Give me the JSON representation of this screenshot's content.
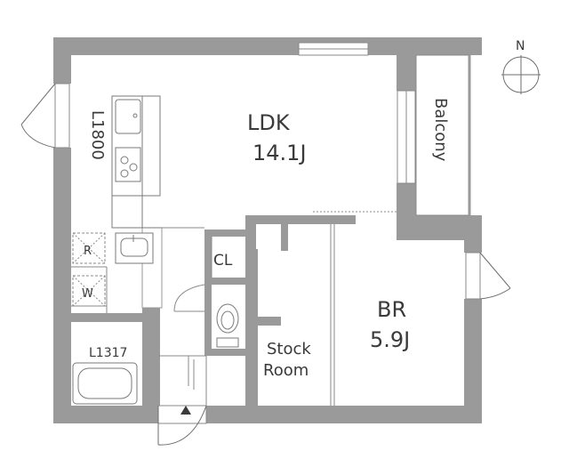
{
  "rooms": {
    "ldk_name": "LDK",
    "ldk_size": "14.1J",
    "br_name": "BR",
    "br_size": "5.9J",
    "balcony": "Balcony",
    "closet": "CL",
    "stock_line1": "Stock",
    "stock_line2": "Room"
  },
  "fixtures": {
    "kitchen_length": "L1800",
    "bath_length": "L1317",
    "fridge_mark": "R",
    "washer_mark": "W"
  },
  "compass": {
    "north": "N"
  },
  "colors": {
    "wall": "#9a9a9a",
    "line": "#6e6e6e",
    "text": "#3a3a3a"
  }
}
